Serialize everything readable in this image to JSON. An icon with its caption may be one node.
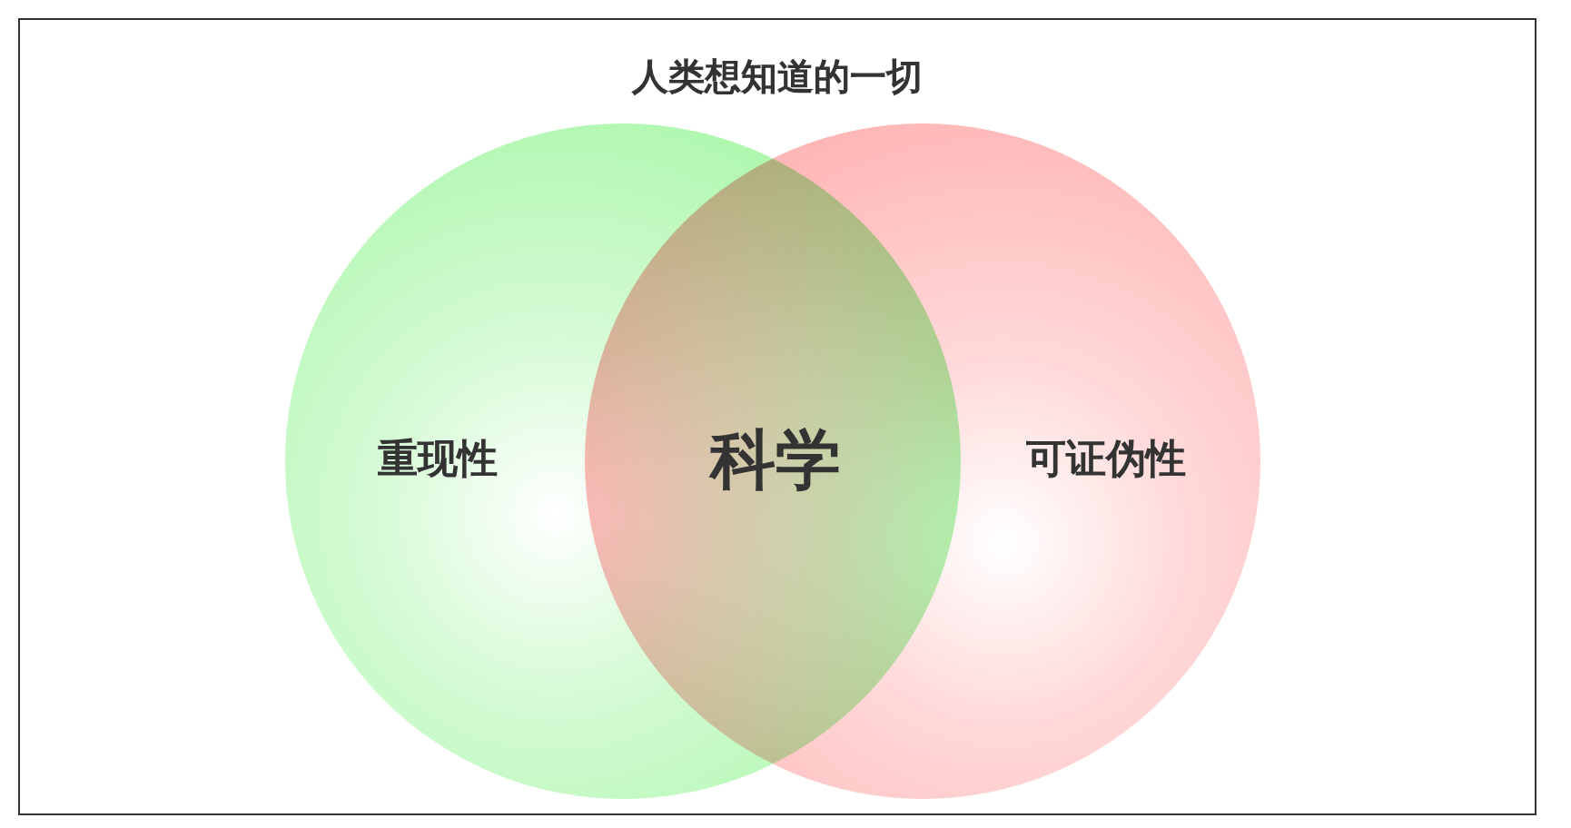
{
  "diagram": {
    "title": "人类想知道的一切",
    "nodes": [
      {
        "text": [],
        "shape": "box"
      },
      {
        "text": [
          "重现性"
        ],
        "in": 0
      },
      {
        "text": [
          "可证伪性"
        ],
        "in": 0
      }
    ],
    "labels": [
      "科学"
    ]
  }
}
